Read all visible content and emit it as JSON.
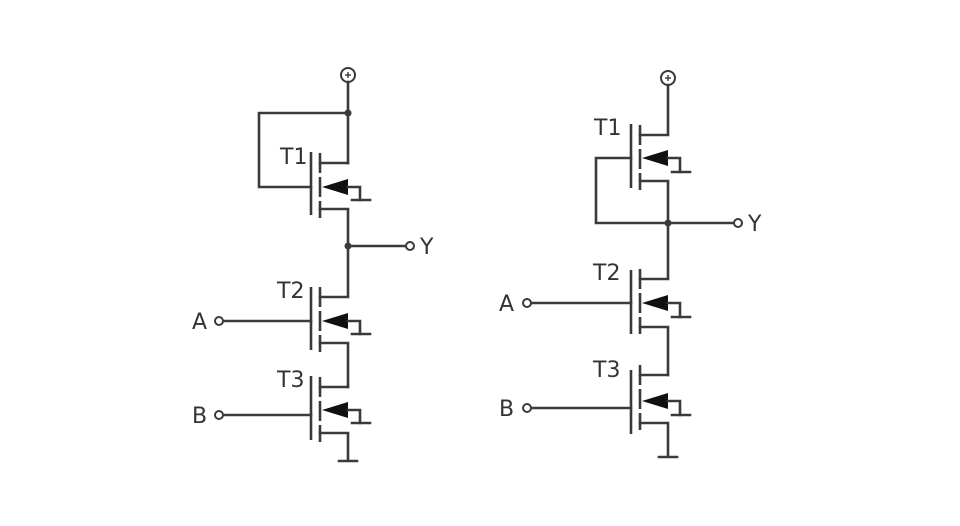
{
  "left_circuit": {
    "transistors": [
      {
        "label": "T1"
      },
      {
        "label": "T2"
      },
      {
        "label": "T3"
      }
    ],
    "inputs": [
      {
        "label": "A"
      },
      {
        "label": "B"
      }
    ],
    "output": {
      "label": "Y"
    }
  },
  "right_circuit": {
    "transistors": [
      {
        "label": "T1"
      },
      {
        "label": "T2"
      },
      {
        "label": "T3"
      }
    ],
    "inputs": [
      {
        "label": "A"
      },
      {
        "label": "B"
      }
    ],
    "output": {
      "label": "Y"
    }
  },
  "colors": {
    "wire": "#3a3a3a",
    "arrow": "#111111",
    "label": "#333333",
    "background": "#ffffff"
  }
}
